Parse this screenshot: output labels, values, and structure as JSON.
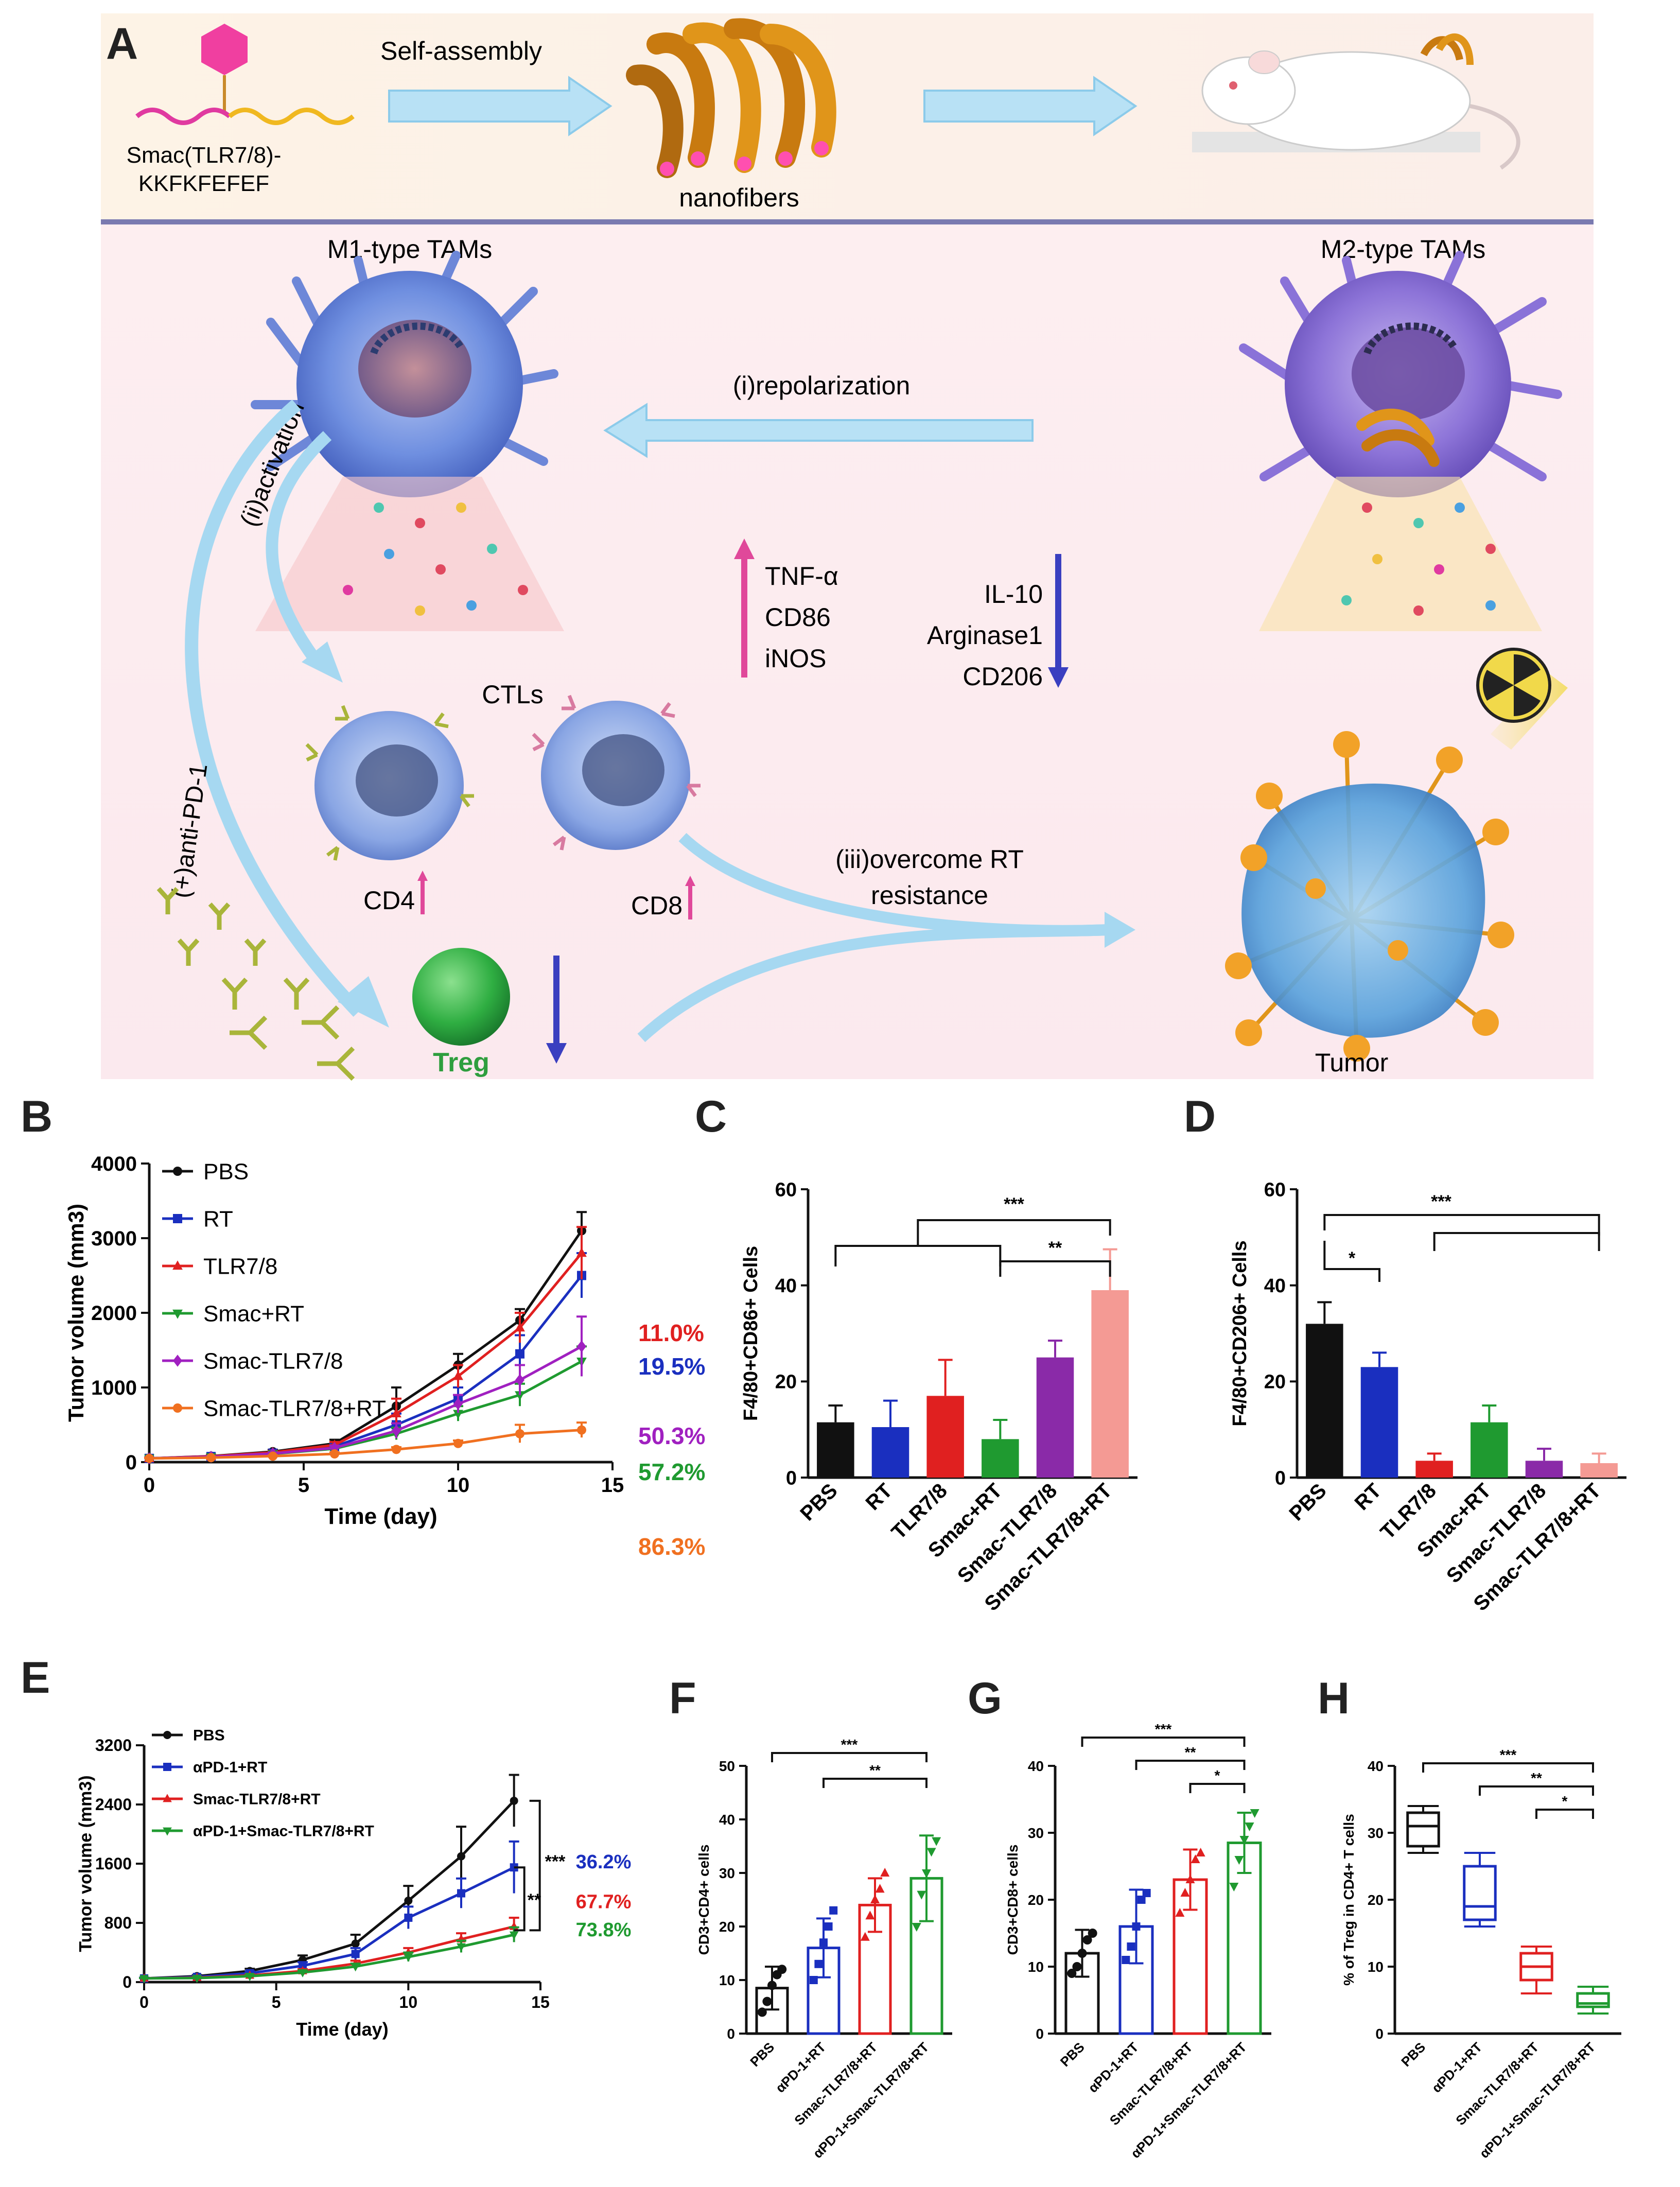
{
  "panel_letters": {
    "A": "A",
    "B": "B",
    "C": "C",
    "D": "D",
    "E": "E",
    "F": "F",
    "G": "G",
    "H": "H"
  },
  "schematic": {
    "peptide_label_1": "Smac(TLR7/8)-",
    "peptide_label_2": "KKFKFEFEF",
    "self_assembly": "Self-assembly",
    "nanofibers": "nanofibers",
    "m1_title": "M1-type TAMs",
    "m2_title": "M2-type TAMs",
    "repolarization": "(i)repolarization",
    "activation": "(ii)activation",
    "anti_pd1": "(+)anti-PD-1",
    "up_markers": [
      "TNF-α",
      "CD86",
      "iNOS"
    ],
    "down_markers": [
      "IL-10",
      "Arginase1",
      "CD206"
    ],
    "ctls": "CTLs",
    "cd4": "CD4",
    "cd8": "CD8",
    "overcome_1": "(iii)overcome RT",
    "overcome_2": "resistance",
    "treg": "Treg",
    "tumor": "Tumor",
    "colors": {
      "up_arrow": "#e0489a",
      "down_arrow": "#3a3fc0",
      "treg": "#2e9e3e",
      "flow_arrow": "#9fd4ef",
      "divider": "#7a7ab0"
    }
  },
  "chart_data": [
    {
      "id": "B",
      "type": "line",
      "xlabel": "Time (day)",
      "ylabel": "Tumor volume (mm3)",
      "xlim": [
        0,
        15
      ],
      "ylim": [
        0,
        4000
      ],
      "xticks": [
        "0",
        "5",
        "10",
        "15"
      ],
      "yticks": [
        "0",
        "1000",
        "2000",
        "3000",
        "4000"
      ],
      "x": [
        0,
        2,
        4,
        6,
        8,
        10,
        12,
        14
      ],
      "legend_position": "top-left",
      "series": [
        {
          "name": "PBS",
          "color": "#111111",
          "marker": "circle",
          "values": [
            50,
            80,
            140,
            250,
            750,
            1300,
            1900,
            3100
          ],
          "err": [
            10,
            15,
            25,
            50,
            250,
            150,
            150,
            250
          ]
        },
        {
          "name": "RT",
          "color": "#1a2fbf",
          "marker": "square",
          "values": [
            50,
            75,
            120,
            210,
            500,
            850,
            1450,
            2500
          ],
          "err": [
            10,
            15,
            20,
            40,
            150,
            150,
            250,
            300
          ]
        },
        {
          "name": "TLR7/8",
          "color": "#e02020",
          "marker": "triangle",
          "values": [
            50,
            78,
            130,
            230,
            650,
            1150,
            1800,
            2800
          ],
          "err": [
            10,
            15,
            20,
            40,
            200,
            150,
            200,
            350
          ]
        },
        {
          "name": "Smac+RT",
          "color": "#1f9a30",
          "marker": "triangle-down",
          "values": [
            50,
            70,
            110,
            180,
            380,
            650,
            900,
            1350
          ],
          "err": [
            10,
            10,
            15,
            30,
            80,
            100,
            150,
            200
          ]
        },
        {
          "name": "Smac-TLR7/8",
          "color": "#a020c0",
          "marker": "diamond",
          "values": [
            50,
            72,
            115,
            190,
            420,
            780,
            1100,
            1550
          ],
          "err": [
            10,
            10,
            15,
            30,
            100,
            120,
            200,
            400
          ]
        },
        {
          "name": "Smac-TLR7/8+RT",
          "color": "#f07020",
          "marker": "circle",
          "values": [
            50,
            60,
            80,
            110,
            170,
            250,
            380,
            430
          ],
          "err": [
            5,
            8,
            10,
            20,
            30,
            40,
            120,
            100
          ]
        }
      ],
      "annotations": [
        {
          "text": "11.0%",
          "color": "#e02020"
        },
        {
          "text": "19.5%",
          "color": "#1a2fbf"
        },
        {
          "text": "50.3%",
          "color": "#a020c0"
        },
        {
          "text": "57.2%",
          "color": "#1f9a30"
        },
        {
          "text": "86.3%",
          "color": "#f07020"
        }
      ]
    },
    {
      "id": "C",
      "type": "bar",
      "ylabel": "F4/80+CD86+ Cells",
      "ylim": [
        0,
        60
      ],
      "yticks": [
        "0",
        "20",
        "40",
        "60"
      ],
      "categories": [
        "PBS",
        "RT",
        "TLR7/8",
        "Smac+RT",
        "Smac-TLR7/8",
        "Smac-TLR7/8+RT"
      ],
      "values": [
        11.5,
        10.5,
        17.0,
        8.0,
        25.0,
        39.0
      ],
      "err": [
        3.5,
        5.5,
        7.5,
        4.0,
        3.5,
        8.5
      ],
      "colors": [
        "#111111",
        "#1a2fbf",
        "#e02020",
        "#1f9a30",
        "#8a2aa8",
        "#f49a94"
      ],
      "significance": [
        "***",
        "**"
      ]
    },
    {
      "id": "D",
      "type": "bar",
      "ylabel": "F4/80+CD206+ Cells",
      "ylim": [
        0,
        60
      ],
      "yticks": [
        "0",
        "20",
        "40",
        "60"
      ],
      "categories": [
        "PBS",
        "RT",
        "TLR7/8",
        "Smac+RT",
        "Smac-TLR7/8",
        "Smac-TLR7/8+RT"
      ],
      "values": [
        32.0,
        23.0,
        3.5,
        11.5,
        3.5,
        3.0
      ],
      "err": [
        4.5,
        3.0,
        1.5,
        3.5,
        2.5,
        2.0
      ],
      "colors": [
        "#111111",
        "#1a2fbf",
        "#e02020",
        "#1f9a30",
        "#8a2aa8",
        "#f49a94"
      ],
      "significance": [
        "***",
        "*"
      ]
    },
    {
      "id": "E",
      "type": "line",
      "xlabel": "Time (day)",
      "ylabel": "Tumor volume (mm3)",
      "xlim": [
        0,
        15
      ],
      "ylim": [
        0,
        3200
      ],
      "xticks": [
        "0",
        "5",
        "10",
        "15"
      ],
      "yticks": [
        "0",
        "800",
        "1600",
        "2400",
        "3200"
      ],
      "x": [
        0,
        2,
        4,
        6,
        8,
        10,
        12,
        14
      ],
      "legend_position": "top-left",
      "series": [
        {
          "name": "PBS",
          "color": "#111111",
          "marker": "circle",
          "values": [
            50,
            80,
            150,
            300,
            520,
            1100,
            1700,
            2450
          ],
          "err": [
            10,
            15,
            30,
            60,
            120,
            200,
            400,
            350
          ]
        },
        {
          "name": "αPD-1+RT",
          "color": "#1a2fbf",
          "marker": "square",
          "values": [
            50,
            70,
            120,
            220,
            380,
            870,
            1200,
            1550
          ],
          "err": [
            10,
            15,
            25,
            50,
            80,
            150,
            200,
            350
          ]
        },
        {
          "name": "Smac-TLR7/8+RT",
          "color": "#e02020",
          "marker": "triangle",
          "values": [
            50,
            60,
            90,
            150,
            250,
            400,
            580,
            750
          ],
          "err": [
            5,
            10,
            15,
            25,
            40,
            60,
            80,
            120
          ]
        },
        {
          "name": "αPD-1+Smac-TLR7/8+RT",
          "color": "#1f9a30",
          "marker": "triangle-down",
          "values": [
            50,
            55,
            80,
            130,
            210,
            340,
            480,
            640
          ],
          "err": [
            5,
            10,
            15,
            25,
            40,
            60,
            80,
            100
          ]
        }
      ],
      "significance": [
        "***",
        "**"
      ],
      "annotations": [
        {
          "text": "36.2%",
          "color": "#1a2fbf"
        },
        {
          "text": "67.7%",
          "color": "#e02020"
        },
        {
          "text": "73.8%",
          "color": "#1f9a30"
        }
      ]
    },
    {
      "id": "F",
      "type": "bar",
      "ylabel": "CD3+CD4+ cells",
      "ylim": [
        0,
        50
      ],
      "yticks": [
        "0",
        "10",
        "20",
        "30",
        "40",
        "50"
      ],
      "categories": [
        "PBS",
        "αPD-1+RT",
        "Smac-TLR7/8+RT",
        "αPD-1+Smac-TLR7/8+RT"
      ],
      "values": [
        8.5,
        16.0,
        24.0,
        29.0
      ],
      "err": [
        4.0,
        5.5,
        5.0,
        8.0
      ],
      "points": [
        [
          4,
          6,
          9,
          11,
          12
        ],
        [
          10,
          13,
          17,
          20,
          23
        ],
        [
          18,
          22,
          25,
          27,
          30
        ],
        [
          20,
          26,
          30,
          34,
          36
        ]
      ],
      "colors": [
        "#111111",
        "#1a2fbf",
        "#e02020",
        "#1f9a30"
      ],
      "significance": [
        "***",
        "**"
      ]
    },
    {
      "id": "G",
      "type": "bar",
      "ylabel": "CD3+CD8+ cells",
      "ylim": [
        0,
        40
      ],
      "yticks": [
        "0",
        "10",
        "20",
        "30",
        "40"
      ],
      "categories": [
        "PBS",
        "αPD-1+RT",
        "Smac-TLR7/8+RT",
        "αPD-1+Smac-TLR7/8+RT"
      ],
      "values": [
        12.0,
        16.0,
        23.0,
        28.5
      ],
      "err": [
        3.5,
        5.5,
        4.5,
        4.5
      ],
      "points": [
        [
          9,
          10,
          12,
          14,
          15
        ],
        [
          11,
          13,
          16,
          20,
          21
        ],
        [
          18,
          21,
          23,
          26,
          27
        ],
        [
          22,
          26,
          29,
          31,
          33
        ]
      ],
      "colors": [
        "#111111",
        "#1a2fbf",
        "#e02020",
        "#1f9a30"
      ],
      "significance": [
        "***",
        "**",
        "*"
      ]
    },
    {
      "id": "H",
      "type": "box",
      "ylabel": "% of Treg in CD4+ T cells",
      "ylim": [
        0,
        40
      ],
      "yticks": [
        "0",
        "10",
        "20",
        "30",
        "40"
      ],
      "categories": [
        "PBS",
        "αPD-1+RT",
        "Smac-TLR7/8+RT",
        "αPD-1+Smac-TLR7/8+RT"
      ],
      "boxes": [
        {
          "min": 27,
          "q1": 28,
          "median": 31,
          "q3": 33,
          "max": 34
        },
        {
          "min": 16,
          "q1": 17,
          "median": 19,
          "q3": 25,
          "max": 27
        },
        {
          "min": 6,
          "q1": 8,
          "median": 10,
          "q3": 12,
          "max": 13
        },
        {
          "min": 3,
          "q1": 4,
          "median": 4.5,
          "q3": 6,
          "max": 7
        }
      ],
      "colors": [
        "#111111",
        "#1a2fbf",
        "#e02020",
        "#1f9a30"
      ],
      "significance": [
        "***",
        "**",
        "*"
      ]
    }
  ]
}
